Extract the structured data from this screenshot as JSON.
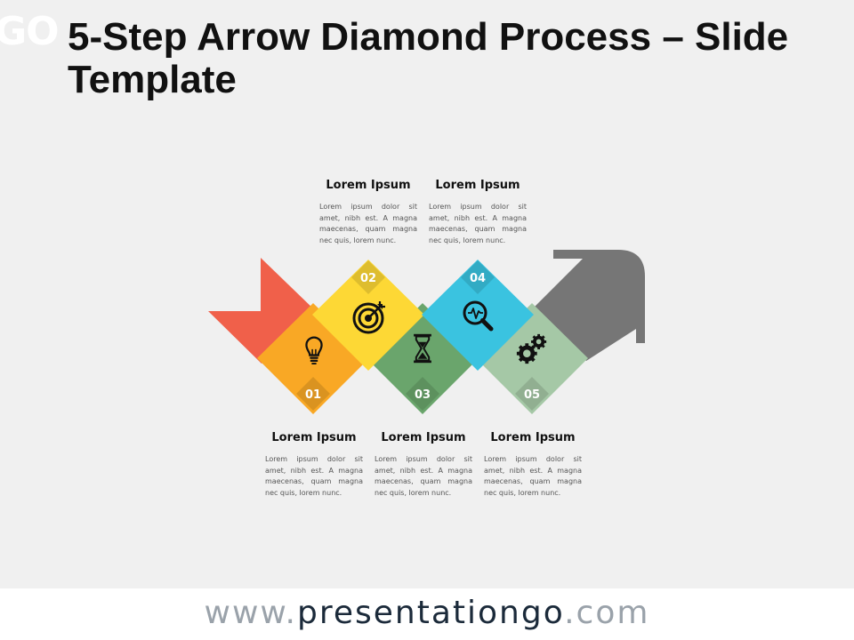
{
  "header": {
    "logo_text": "GO",
    "title": "5-Step Arrow Diamond Process – Slide Template"
  },
  "steps": [
    {
      "number": "01",
      "icon": "lightbulb-icon",
      "color": "#f9a825",
      "heading": "Lorem Ipsum",
      "body": "Lorem ipsum dolor sit amet, nibh est. A magna maecenas, quam magna nec quis, lorem nunc."
    },
    {
      "number": "02",
      "icon": "target-icon",
      "color": "#fdd835",
      "heading": "Lorem Ipsum",
      "body": "Lorem ipsum dolor sit amet, nibh est. A magna maecenas, quam magna nec quis, lorem nunc."
    },
    {
      "number": "03",
      "icon": "hourglass-icon",
      "color": "#6aa56c",
      "heading": "Lorem Ipsum",
      "body": "Lorem ipsum dolor sit amet, nibh est. A magna maecenas, quam magna nec quis, lorem nunc."
    },
    {
      "number": "04",
      "icon": "magnifier-pulse-icon",
      "color": "#3ac3e0",
      "heading": "Lorem Ipsum",
      "body": "Lorem ipsum dolor sit amet, nibh est. A magna maecenas, quam magna nec quis, lorem nunc."
    },
    {
      "number": "05",
      "icon": "gears-icon",
      "color": "#a5c8a6",
      "heading": "Lorem Ipsum",
      "body": "Lorem ipsum dolor sit amet, nibh est. A magna maecenas, quam magna nec quis, lorem nunc."
    }
  ],
  "arrow": {
    "tail_color": "#f0604a",
    "head_color": "#767676"
  },
  "footer": {
    "url_prefix": "www.",
    "url_brand": "presentationgo",
    "url_suffix": ".com"
  }
}
